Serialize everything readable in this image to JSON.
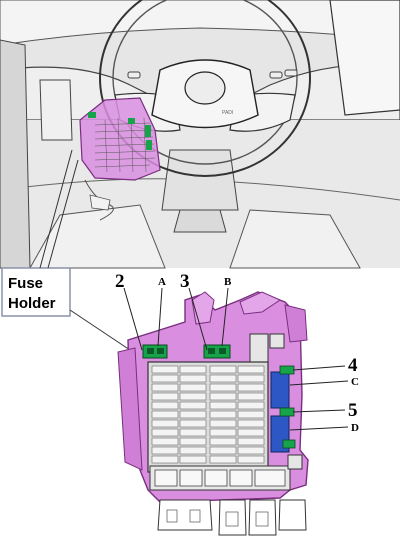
{
  "callout": {
    "line1": "Fuse",
    "line2": "Holder"
  },
  "labels": {
    "n2": "2",
    "n3": "3",
    "n4": "4",
    "n5": "5",
    "A": "A",
    "B": "B",
    "C": "C",
    "D": "D"
  },
  "colors": {
    "holder_highlight": "#d98ee0",
    "holder_highlight_dark": "#b25ab8",
    "relay_green": "#17a34a",
    "relay_blue": "#2d57c4",
    "line": "#222222",
    "panel_gray": "#dcdcdc"
  }
}
